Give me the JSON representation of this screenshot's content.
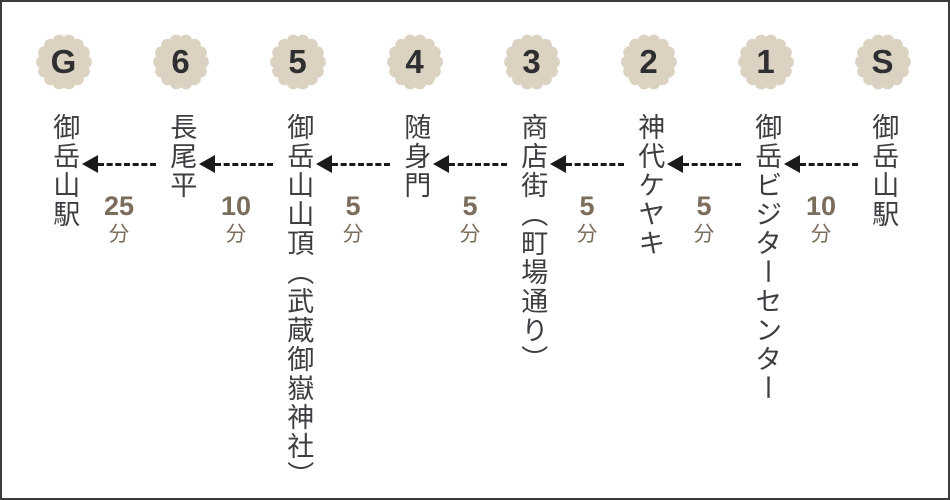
{
  "route": {
    "stops": [
      {
        "code": "S",
        "label": "御岳山駅"
      },
      {
        "code": "1",
        "label": "御岳ビジターセンター"
      },
      {
        "code": "2",
        "label": "神代ケヤキ"
      },
      {
        "code": "3",
        "label": "商店街（町場通り）"
      },
      {
        "code": "4",
        "label": "随身門"
      },
      {
        "code": "5",
        "label": "御岳山山頂（武蔵御嶽神社）"
      },
      {
        "code": "6",
        "label": "長尾平"
      },
      {
        "code": "G",
        "label": "御岳山駅"
      }
    ],
    "legs": [
      {
        "minutes": "10",
        "unit": "分"
      },
      {
        "minutes": "5",
        "unit": "分"
      },
      {
        "minutes": "5",
        "unit": "分"
      },
      {
        "minutes": "5",
        "unit": "分"
      },
      {
        "minutes": "5",
        "unit": "分"
      },
      {
        "minutes": "10",
        "unit": "分"
      },
      {
        "minutes": "25",
        "unit": "分"
      }
    ]
  },
  "colors": {
    "badge_fill": "#dbd2c2",
    "badge_text": "#2f2f31",
    "label_text": "#3d3e42",
    "time_text": "#7b6c5c",
    "arrow": "#1a1a1a",
    "border": "#3c3c3c",
    "background": "#ffffff"
  }
}
